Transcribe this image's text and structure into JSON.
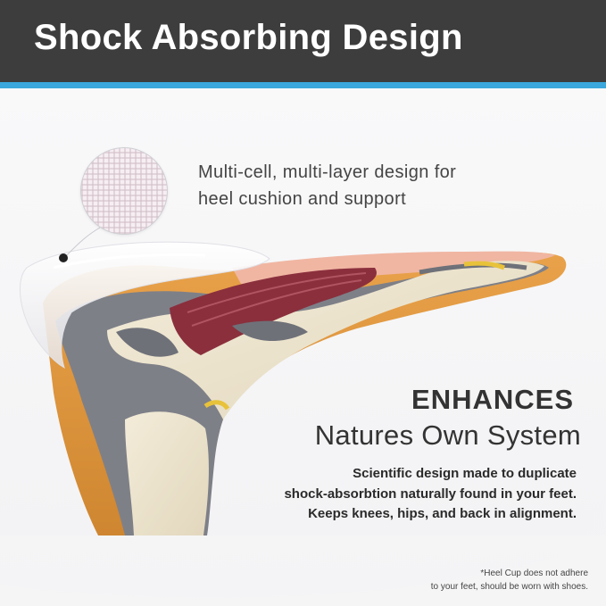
{
  "header": {
    "title": "Shock Absorbing Design"
  },
  "callout": {
    "lines": [
      "Multi-cell, multi-layer design for",
      "heel cushion and support"
    ]
  },
  "feature": {
    "heading": "ENHANCES",
    "subheading": "Natures Own System",
    "description": [
      "Scientific design made to duplicate",
      "shock-absorbtion naturally found in your feet.",
      "Keeps knees, hips, and back in alignment."
    ]
  },
  "disclaimer": {
    "lines": [
      "*Heel Cup does not adhere",
      "to your feet, should be worn with shoes."
    ]
  },
  "colors": {
    "header_bg": "#3d3d3d",
    "header_stripe": "#3aa8dc",
    "page_bg": "#f7f7f8"
  },
  "images": {
    "foot_model": "foot-anatomy-model-illustration",
    "heel_cup": "translucent-gel-heel-cup-illustration",
    "zoom": "cell-texture-zoom-circle"
  }
}
